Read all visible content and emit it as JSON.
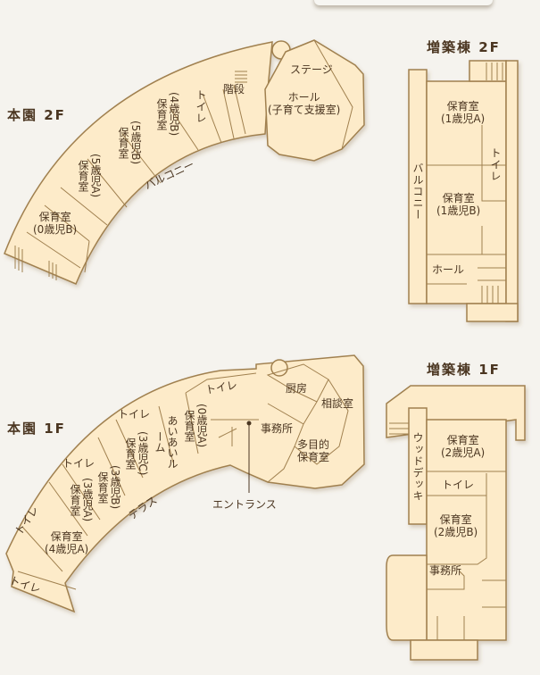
{
  "colors": {
    "fill": "#fdebc9",
    "stroke": "#a0804f",
    "text": "#4b3621",
    "background": "#f5f3ee"
  },
  "main2f": {
    "title": "本園 2F",
    "rooms": {
      "infant0b_l1": "保育室",
      "infant0b_l2": "(0歳児B)",
      "age5a": "(5歳児A)保育室",
      "age5b": "(5歳児B)保育室",
      "age4b": "(4歳児B)保育室",
      "toilet": "トイレ",
      "stairs": "階段",
      "stage": "ステージ",
      "hall_l1": "ホール",
      "hall_l2": "(子育て支援室)",
      "balcony": "バルコニー"
    }
  },
  "main1f": {
    "title": "本園 1F",
    "rooms": {
      "toilet_top": "トイレ",
      "kitchen": "厨房",
      "consult": "相談室",
      "office": "事務所",
      "multi_l1": "多目的",
      "multi_l2": "保育室",
      "entrance": "エントランス",
      "age0a": "(0歳児A)保育室",
      "aiai": "あいあいルーム",
      "toilet_c": "トイレ",
      "age3c": "(3歳児C)保育室",
      "toilet_b": "トイレ",
      "age3b": "(3歳児B)保育室",
      "age3a": "(3歳児A)保育室",
      "terrace": "テラス",
      "toilet_a": "トイレ",
      "age4a_l1": "保育室",
      "age4a_l2": "(4歳児A)",
      "toilet_bottom": "トイレ"
    }
  },
  "annex2f": {
    "title": "増築棟 2F",
    "rooms": {
      "age1a_l1": "保育室",
      "age1a_l2": "(1歳児A)",
      "toilet": "トイレ",
      "age1b_l1": "保育室",
      "age1b_l2": "(1歳児B)",
      "balcony": "バルコニー",
      "hall": "ホール"
    }
  },
  "annex1f": {
    "title": "増築棟 1F",
    "rooms": {
      "wooddeck": "ウッドデッキ",
      "age2a_l1": "保育室",
      "age2a_l2": "(2歳児A)",
      "toilet": "トイレ",
      "age2b_l1": "保育室",
      "age2b_l2": "(2歳児B)",
      "office": "事務所"
    }
  }
}
